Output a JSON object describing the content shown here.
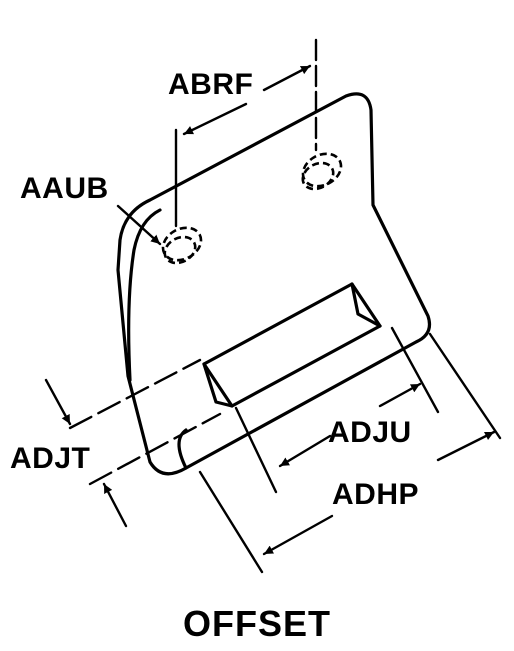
{
  "labels": {
    "abrf": "ABRF",
    "aaub": "AAUB",
    "adjt": "ADJT",
    "adju": "ADJU",
    "adhp": "ADHP"
  },
  "caption": "OFFSET",
  "colors": {
    "line": "#000000",
    "background": "#ffffff"
  }
}
